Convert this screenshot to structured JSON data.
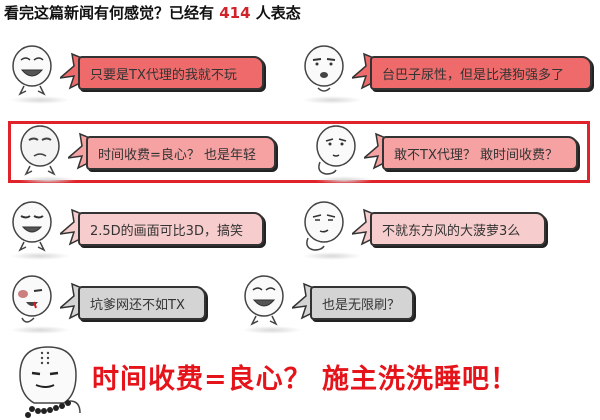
{
  "header": {
    "prefix": "看完这篇新闻有何感觉？已经有",
    "count": "414",
    "suffix": "人表态"
  },
  "reactions": [
    {
      "text": "只要是TX代理的我就不玩",
      "color": "#ef6b6b",
      "face": "laughing-face-icon"
    },
    {
      "text": "台巴子尿性，但是比港狗强多了",
      "color": "#ef6b6b",
      "face": "shocked-face-icon"
    },
    {
      "text": "时间收费=良心？ 也是年轻",
      "color": "#f6a2a2",
      "face": "pouting-face-icon"
    },
    {
      "text": "敢不TX代理？ 敢时间收费？",
      "color": "#f6a2a2",
      "face": "thinking-face-icon"
    },
    {
      "text": "2.5D的画面可比3D，搞笑",
      "color": "#f7cccc",
      "face": "crying-laugh-face-icon"
    },
    {
      "text": "不就东方风的大菠萝3么",
      "color": "#f7cccc",
      "face": "smirk-face-icon"
    },
    {
      "text": "坑爹网还不如TX",
      "color": "#d4d4d4",
      "face": "bleeding-face-icon"
    },
    {
      "text": "也是无限刷？",
      "color": "#d4d4d4",
      "face": "laughing-face-icon"
    }
  ],
  "highlight": {
    "color": "#e0222a"
  },
  "footer": {
    "text": "时间收费=良心？ 施主洗洗睡吧！",
    "color": "#e5141b",
    "face": "monk-face-icon"
  }
}
